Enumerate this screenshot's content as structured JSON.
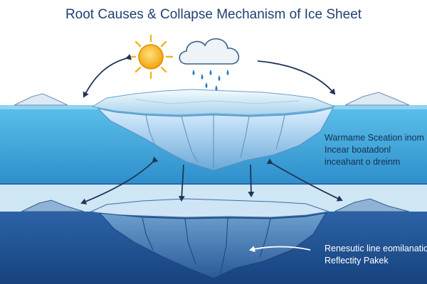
{
  "title": "Root Causes & Collapse Mechanism of Ice Sheet",
  "labels": {
    "upper": {
      "line1": "Warmame Sceation inom",
      "line2": "Incear boatadonl",
      "line3": "inceahant o dreinm"
    },
    "lower": {
      "line1": "Renesutic line eomilanation",
      "line2": "Reflectity Pakek"
    }
  },
  "colors": {
    "sky": "#ffffff",
    "ocean_upper": "#4fb0df",
    "ocean_lower": "#1e4f90",
    "ice": "#e8f4fb",
    "ice_shadow": "#7fb9dc",
    "arrow": "#1f3558",
    "sun": "#f5b21b",
    "cloud": "#eef3f8",
    "rain": "#2b7fc1",
    "title": "#1f3f73"
  },
  "icons": {
    "sun": "sun-icon",
    "cloud": "rain-cloud-icon"
  }
}
